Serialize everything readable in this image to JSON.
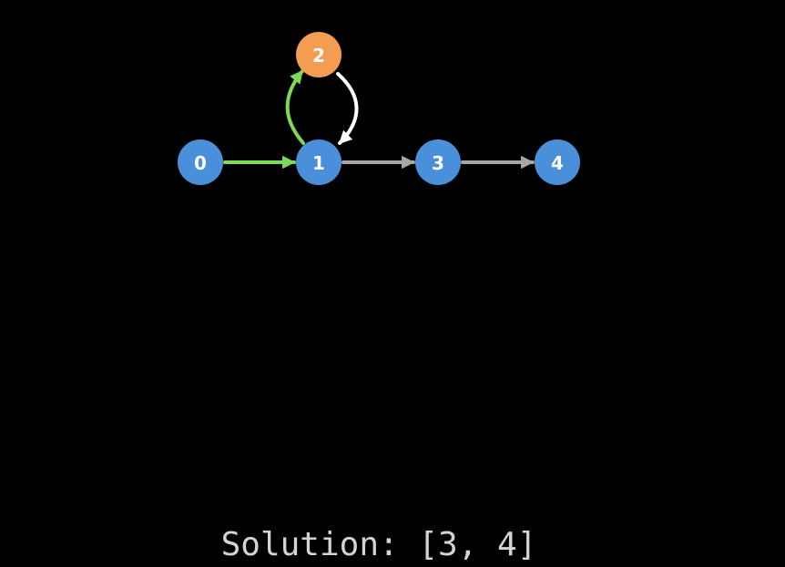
{
  "graph": {
    "nodes": [
      {
        "id": "0",
        "label": "0",
        "state": "unvisited"
      },
      {
        "id": "1",
        "label": "1",
        "state": "unvisited"
      },
      {
        "id": "2",
        "label": "2",
        "state": "current"
      },
      {
        "id": "3",
        "label": "3",
        "state": "unvisited"
      },
      {
        "id": "4",
        "label": "4",
        "state": "unvisited"
      }
    ],
    "edges": [
      {
        "from": "0",
        "to": "1",
        "state": "traversed"
      },
      {
        "from": "1",
        "to": "2",
        "state": "traversed"
      },
      {
        "from": "2",
        "to": "1",
        "state": "active"
      },
      {
        "from": "1",
        "to": "3",
        "state": "untraversed"
      },
      {
        "from": "3",
        "to": "4",
        "state": "untraversed"
      }
    ]
  },
  "colors": {
    "background": "#000000",
    "node_unvisited": "#4a8fd9",
    "node_current": "#f39c52",
    "edge_traversed": "#7ed957",
    "edge_active": "#ffffff",
    "edge_untraversed": "#a6a6a6",
    "label_text": "#ffffff",
    "solution_text": "#d4d4d4"
  },
  "solution": {
    "text": "Solution: [3, 4]"
  }
}
